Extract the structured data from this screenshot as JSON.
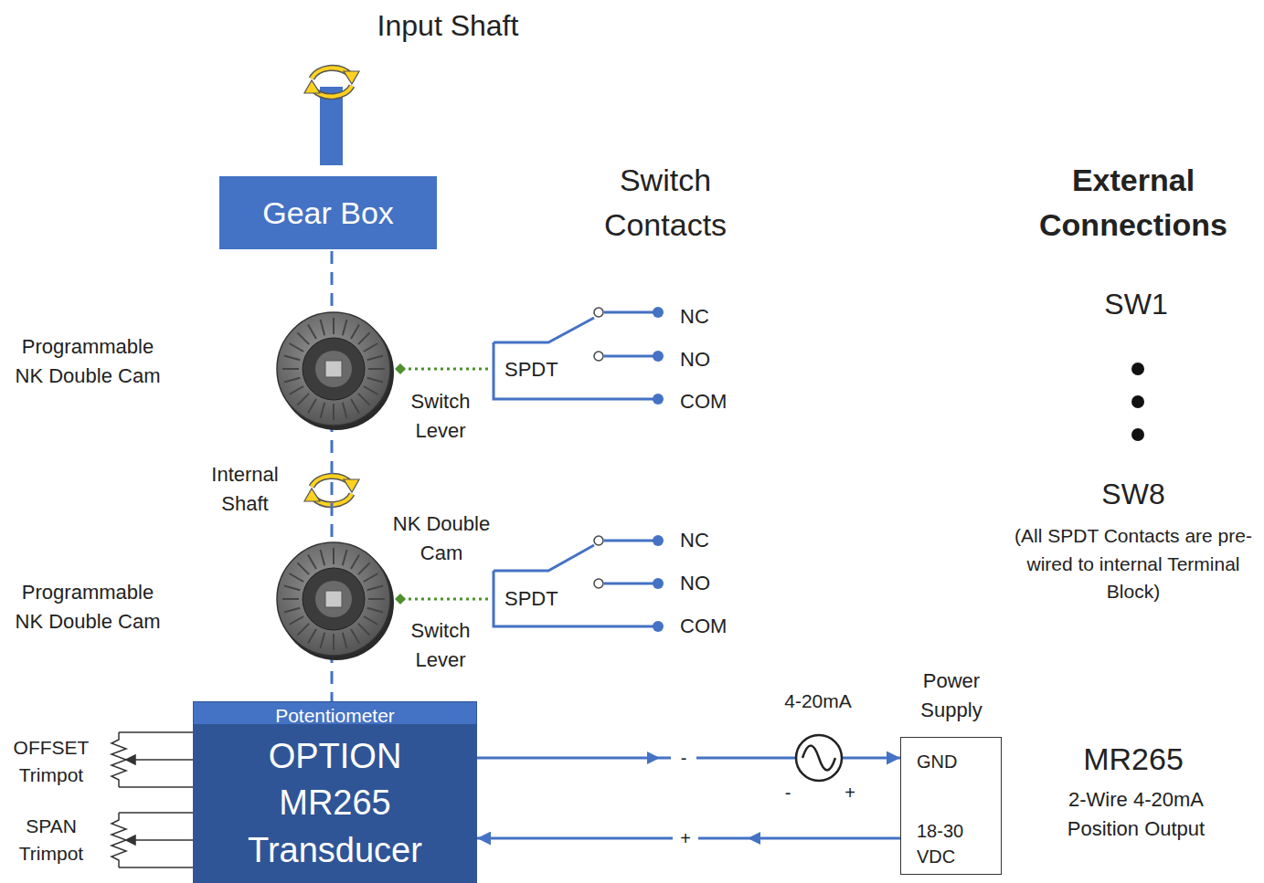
{
  "diagram": {
    "nodes": [
      {
        "text": [
          "Gear Box"
        ]
      },
      {
        "text": [
          "Potentiometer"
        ]
      },
      {
        "text": [
          "OPTION MR265 Transducer"
        ]
      },
      {
        "text": [
          "Power Supply",
          "GND",
          "18-30 VDC"
        ]
      }
    ],
    "edges": [
      {
        "from": 2,
        "to": 3,
        "arrow": "to",
        "label": "-"
      },
      {
        "from": 3,
        "to": 2,
        "arrow": "to",
        "label": "+"
      }
    ],
    "labels": [
      "Input Shaft",
      "Switch Contacts",
      "External Connections",
      "Programmable NK Double Cam",
      "Switch Lever",
      "SPDT",
      "NC",
      "NO",
      "COM",
      "SW1",
      "Internal Shaft",
      "NK Double Cam",
      "SW8",
      "(All SPDT Contacts are pre-wired to internal Terminal Block)",
      "Programmable NK Double Cam",
      "Switch Lever",
      "SPDT",
      "NC",
      "NO",
      "COM",
      "OFFSET Trimpot",
      "SPAN Trimpot",
      "4-20mA",
      "-",
      "+",
      "MR265",
      "2-Wire 4-20mA Position Output"
    ]
  }
}
